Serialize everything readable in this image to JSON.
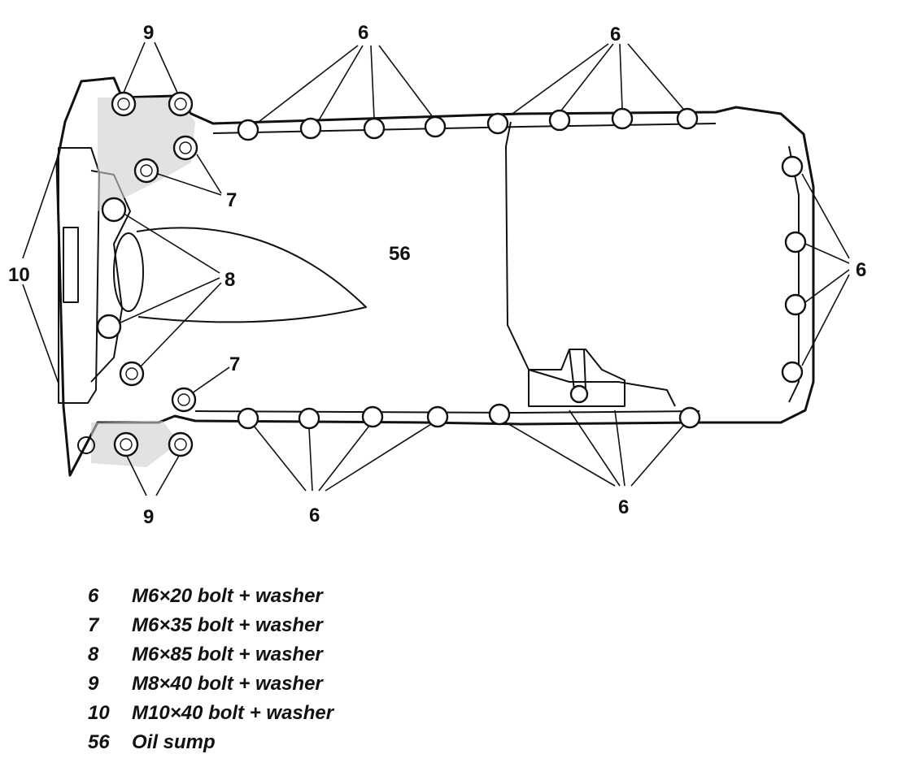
{
  "callouts": {
    "c9_top": "9",
    "c6_top_a": "6",
    "c6_top_b": "6",
    "c10": "10",
    "c7_upper": "7",
    "c56": "56",
    "c8": "8",
    "c6_right": "6",
    "c7_lower": "7",
    "c9_bottom": "9",
    "c6_bottom_a": "6",
    "c6_bottom_b": "6"
  },
  "legend": [
    {
      "num": "6",
      "text": "M6×20 bolt + washer"
    },
    {
      "num": "7",
      "text": "M6×35 bolt + washer"
    },
    {
      "num": "8",
      "text": "M6×85 bolt + washer"
    },
    {
      "num": "9",
      "text": "M8×40 bolt + washer"
    },
    {
      "num": "10",
      "text": "M10×40 bolt + washer"
    },
    {
      "num": "56",
      "text": "Oil sump"
    }
  ]
}
